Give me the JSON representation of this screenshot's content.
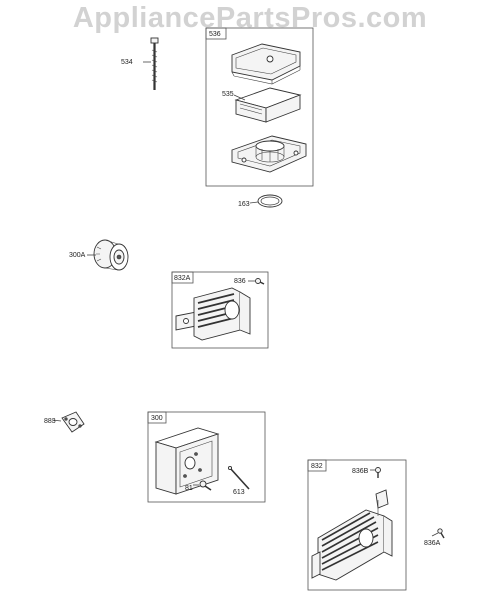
{
  "watermark": "AppliancePartsPros.com",
  "labels": {
    "p534": "534",
    "p536": "536",
    "p535": "535",
    "p163": "163",
    "p300A": "300A",
    "p832A": "832A",
    "p836_top": "836",
    "p883": "883",
    "p300": "300",
    "p81": "81",
    "p613": "613",
    "p832": "832",
    "p836B": "836B",
    "p836A": "836A"
  }
}
